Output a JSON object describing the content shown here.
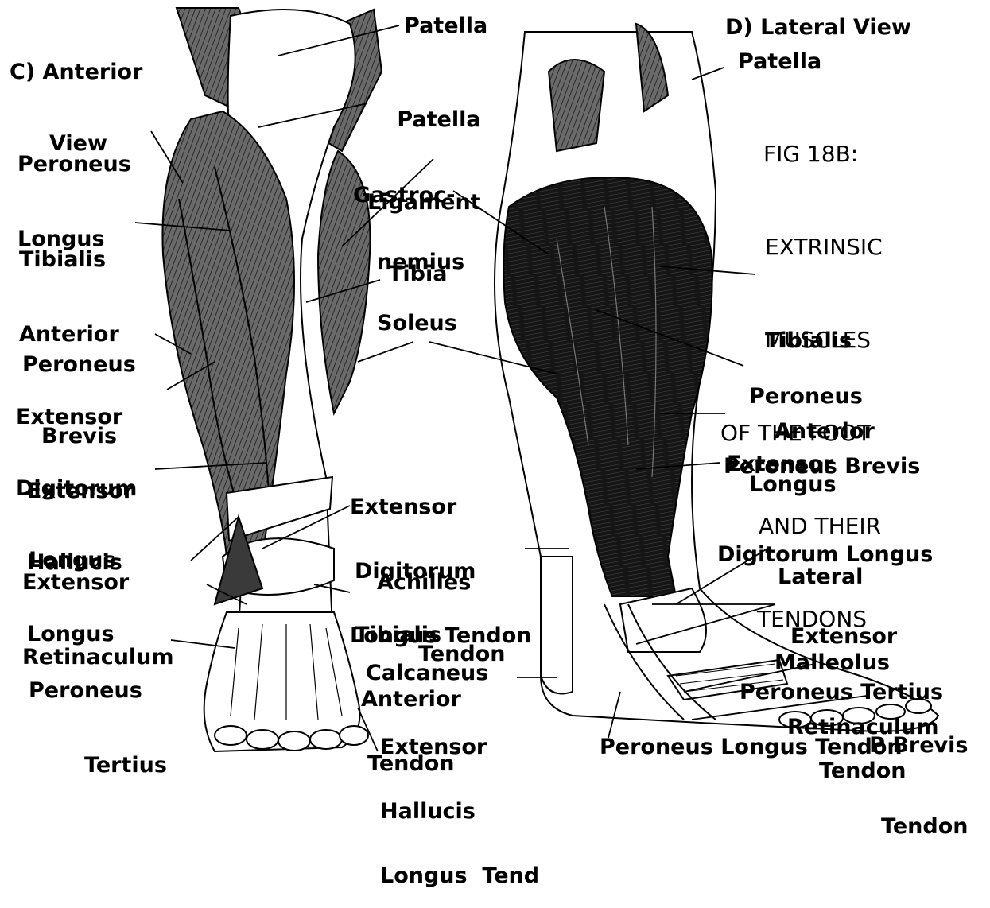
{
  "figure_caption": [
    "FIG 18B:",
    "EXTRINSIC",
    "MUSCLES",
    "OF THE FOOT",
    "AND THEIR",
    "TENDONS"
  ],
  "anterior_view": {
    "title": [
      "C) Anterior",
      "View"
    ],
    "labels": {
      "patella": "Patella",
      "patella_ligament": [
        "Patella",
        "Ligament"
      ],
      "peroneus_longus": [
        "Peroneus",
        "Longus"
      ],
      "gastrocnemius": [
        "Gastroc-",
        "nemius"
      ],
      "tibialis_anterior": [
        "Tibialis",
        "Anterior"
      ],
      "tibia": "Tibia",
      "peroneus_brevis": [
        "Peroneus",
        "Brevis"
      ],
      "soleus": "Soleus",
      "extensor_digitorum_longus": [
        "Extensor",
        "Digitorum",
        "Longus"
      ],
      "extensor_hallucis_longus": [
        "Extensor",
        "Hallucis",
        "Longus"
      ],
      "extensor_digitorum_longus_tendon": [
        "Extensor",
        "Digitorum",
        "Longus Tendon"
      ],
      "extensor_retinaculum": [
        "Extensor",
        "Retinaculum"
      ],
      "achilles_tendon": [
        "Achilles",
        "Tendon"
      ],
      "tibialis_anterior_tendon": [
        "Tibialis",
        "Anterior",
        "Tendon"
      ],
      "peroneus_tertius": [
        "Peroneus",
        "Tertius"
      ],
      "calcaneus": "Calcaneus",
      "extensor_hallucis_longus_tend": [
        "Extensor",
        "Hallucis",
        "Longus  Tend"
      ]
    }
  },
  "lateral_view": {
    "title": "D) Lateral View",
    "labels": {
      "patella": "Patella",
      "tibialis_anterior": [
        "Tibialis",
        "Anterior"
      ],
      "peroneus_longus": [
        "Peroneus",
        "Longus"
      ],
      "extensor_digitorum_longus": [
        "Extensor",
        "Digitorum Longus"
      ],
      "peroneus_brevis": "Peroneus Brevis",
      "lateral_malleolus": [
        "Lateral",
        "Malleolus"
      ],
      "extensor_retinaculum": [
        "Extensor",
        "Retinaculum"
      ],
      "peroneus_tertius_tendon": [
        "Peroneus Tertius",
        "Tendon"
      ],
      "p_brevis_tendon": [
        "P Brevis",
        "Tendon"
      ],
      "peroneus_longus_tendon": "Peroneus Longus Tendon"
    }
  },
  "colors": {
    "muscle_light": "#5a5a5a",
    "muscle_dark": "#1a1a1a",
    "bone": "#ffffff",
    "ink": "#000000"
  }
}
